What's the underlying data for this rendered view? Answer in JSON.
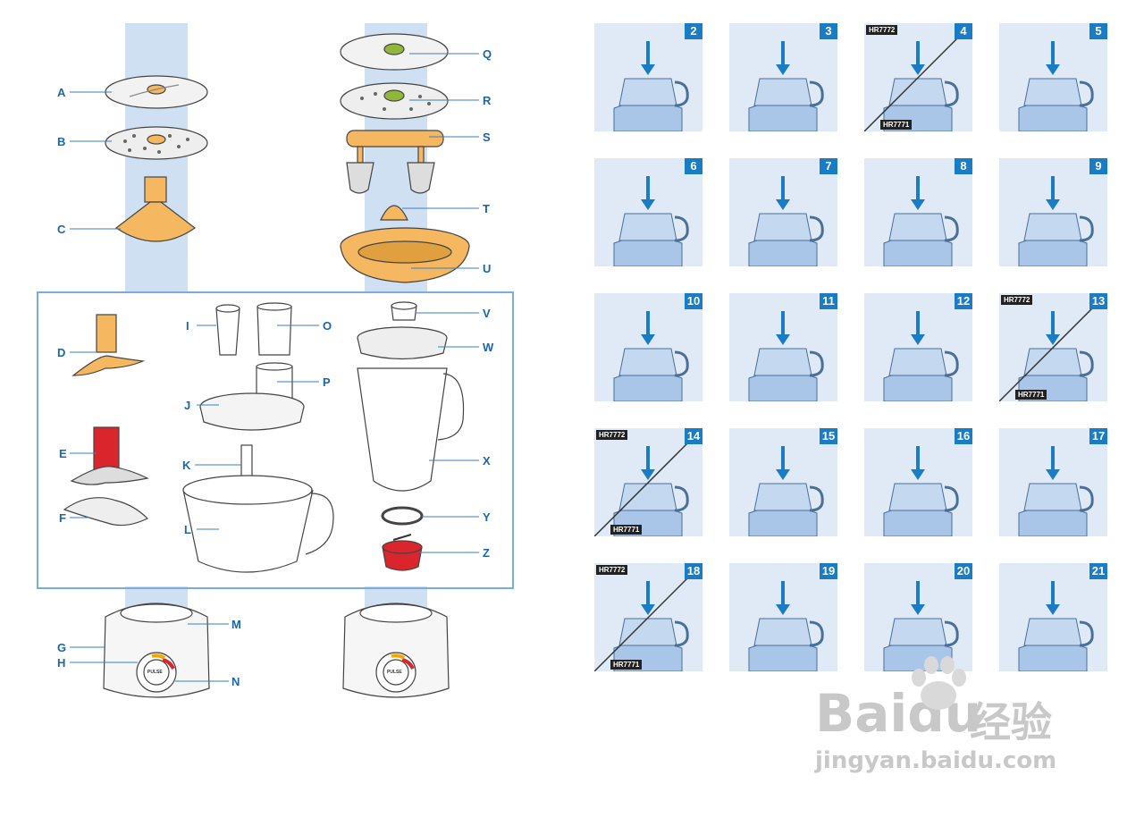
{
  "parts": {
    "A": "A",
    "B": "B",
    "C": "C",
    "D": "D",
    "E": "E",
    "F": "F",
    "G": "G",
    "H": "H",
    "I": "I",
    "J": "J",
    "K": "K",
    "L": "L",
    "M": "M",
    "N": "N",
    "O": "O",
    "P": "P",
    "Q": "Q",
    "R": "R",
    "S": "S",
    "T": "T",
    "U": "U",
    "V": "V",
    "W": "W",
    "X": "X",
    "Y": "Y",
    "Z": "Z"
  },
  "base_dial_text": "PULSE",
  "steps": [
    {
      "n": "2",
      "models": []
    },
    {
      "n": "3",
      "models": []
    },
    {
      "n": "4",
      "models": [
        "HR7772",
        "HR7771"
      ]
    },
    {
      "n": "5",
      "models": []
    },
    {
      "n": "6",
      "models": []
    },
    {
      "n": "7",
      "models": []
    },
    {
      "n": "8",
      "models": []
    },
    {
      "n": "9",
      "models": []
    },
    {
      "n": "10",
      "models": []
    },
    {
      "n": "11",
      "models": []
    },
    {
      "n": "12",
      "models": []
    },
    {
      "n": "13",
      "models": [
        "HR7772",
        "HR7771"
      ]
    },
    {
      "n": "14",
      "models": [
        "HR7772",
        "HR7771"
      ]
    },
    {
      "n": "15",
      "models": []
    },
    {
      "n": "16",
      "models": []
    },
    {
      "n": "17",
      "models": []
    },
    {
      "n": "18",
      "models": [
        "HR7772",
        "HR7771"
      ]
    },
    {
      "n": "19",
      "models": []
    },
    {
      "n": "20",
      "models": []
    },
    {
      "n": "21",
      "models": []
    }
  ],
  "watermark": {
    "brand": "Baidu",
    "brand_cn": "经验",
    "url": "jingyan.baidu.com"
  },
  "colors": {
    "stripe": "#cfe0f3",
    "label": "#1a66a8",
    "tile_bg": "#dfeaf6",
    "step_badge": "#1a7cc4",
    "accessory_orange": "#f5b860",
    "chopper_red": "#d9252b",
    "bowl_blue": "#a9c6e8"
  }
}
